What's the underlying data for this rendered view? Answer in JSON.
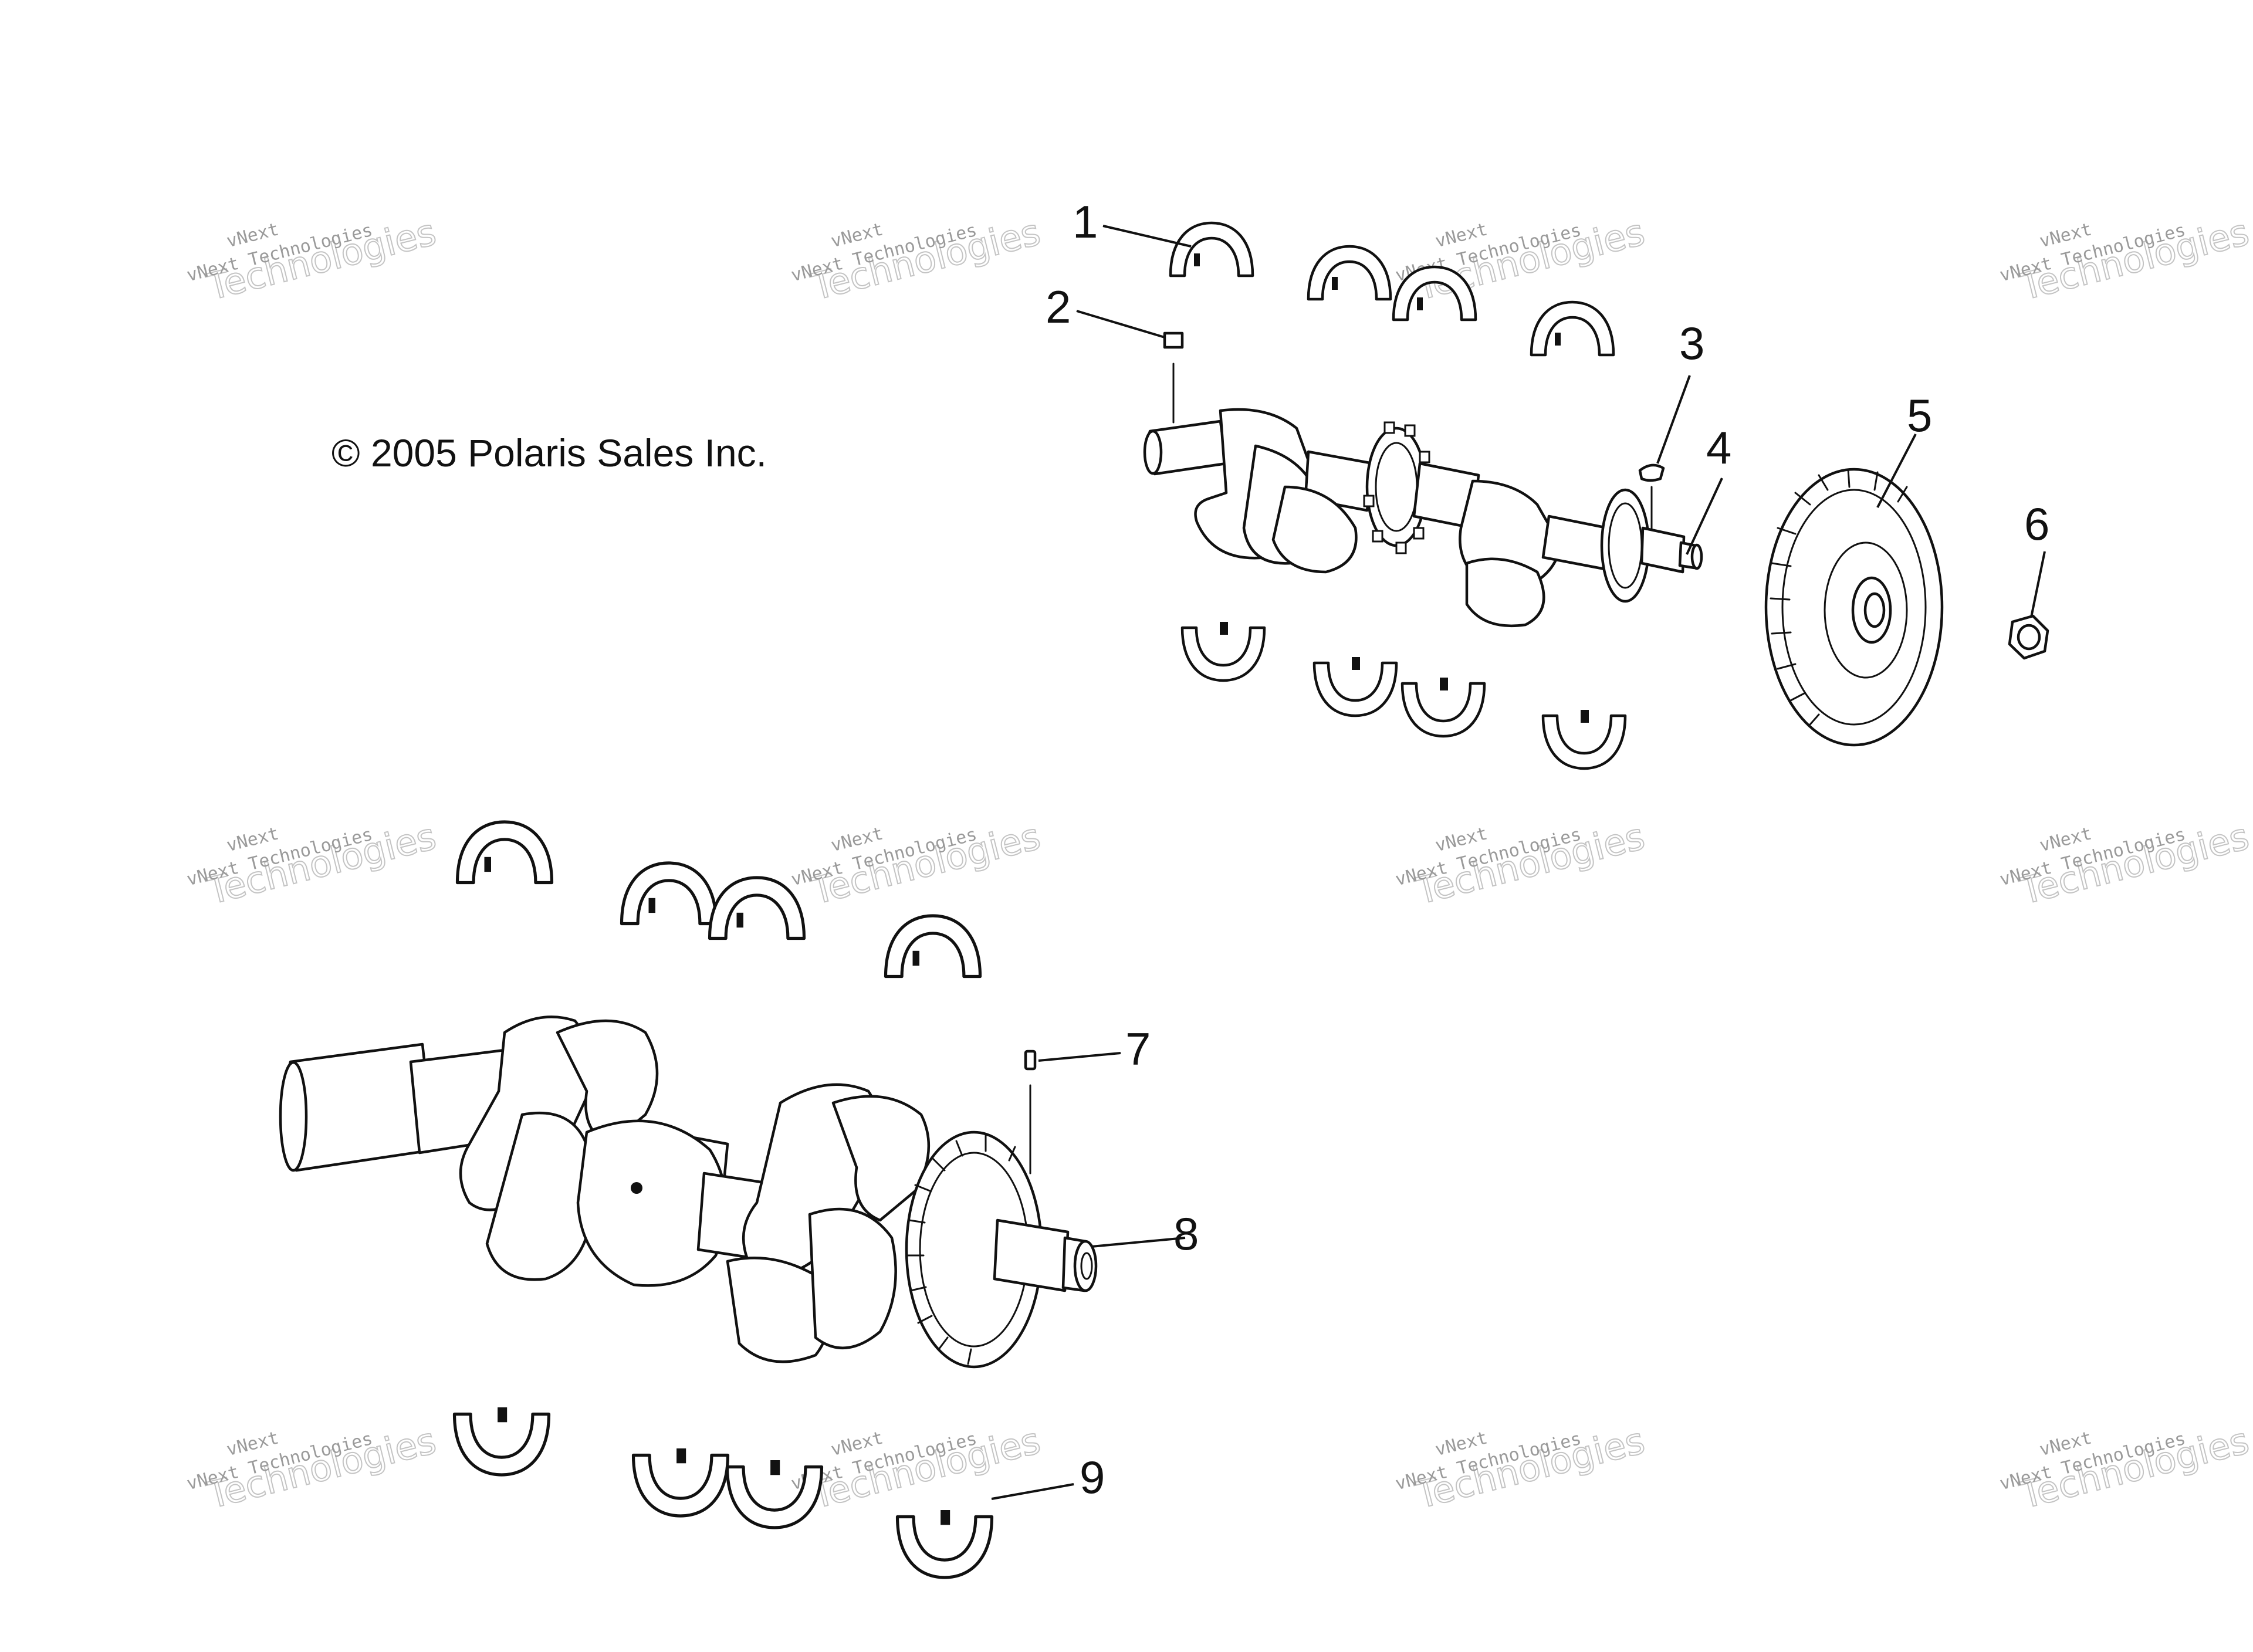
{
  "copyright": "© 2005 Polaris Sales Inc.",
  "watermark": {
    "line1": "vNext",
    "line2": "vNext Technologies",
    "line3": "Technologies"
  },
  "callouts": [
    "1",
    "2",
    "3",
    "4",
    "5",
    "6",
    "7",
    "8",
    "9"
  ],
  "colors": {
    "line": "#111111",
    "background": "#ffffff",
    "watermark": "#9a9a9a"
  }
}
